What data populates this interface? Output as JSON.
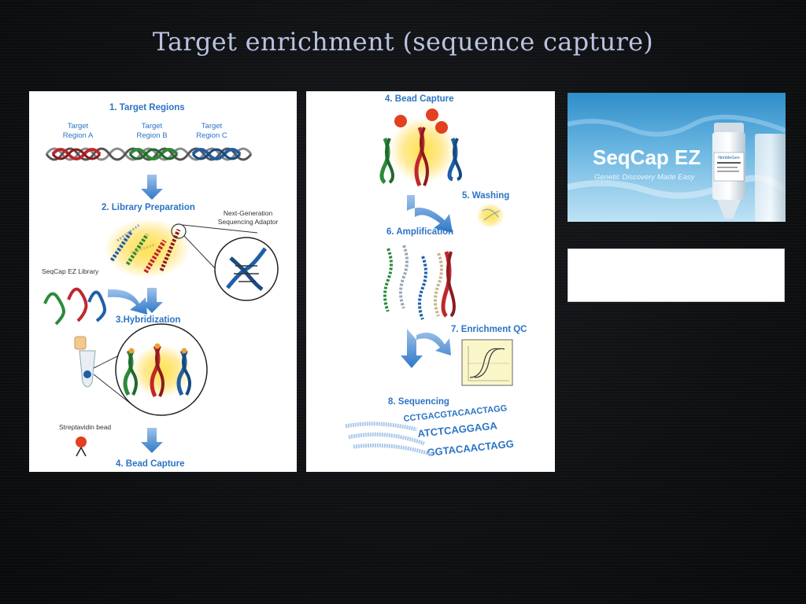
{
  "title": "Target enrichment (sequence capture)",
  "left_panel": {
    "step1": "1. Target Regions",
    "region_a": [
      "Target",
      "Region A"
    ],
    "region_b": [
      "Target",
      "Region B"
    ],
    "region_c": [
      "Target",
      "Region C"
    ],
    "step2": "2. Library Preparation",
    "adaptor": [
      "Next-Generation",
      "Sequencing Adaptor"
    ],
    "library": "SeqCap EZ Library",
    "step3": "3.Hybridization",
    "bead": "Streptavidin bead",
    "step4": "4. Bead Capture"
  },
  "mid_panel": {
    "step4": "4. Bead Capture",
    "step5": "5. Washing",
    "step6": "6. Amplification",
    "step7": "7. Enrichment QC",
    "step8": "8. Sequencing",
    "seq_lines": [
      "CCTGACGTACAACTAGG",
      "ATCTCAGGAGA",
      "GGTACAACTAGG"
    ]
  },
  "ad": {
    "brand": "SeqCap EZ",
    "tagline": "Genetic Discovery Made Easy",
    "vial_label": "NimbleGen"
  },
  "colors": {
    "title": "#b9c3df",
    "step_blue": "#2b74c4",
    "dna_red": "#c0272d",
    "dna_green": "#2c8a3a",
    "dna_blue": "#1f5fa6"
  }
}
